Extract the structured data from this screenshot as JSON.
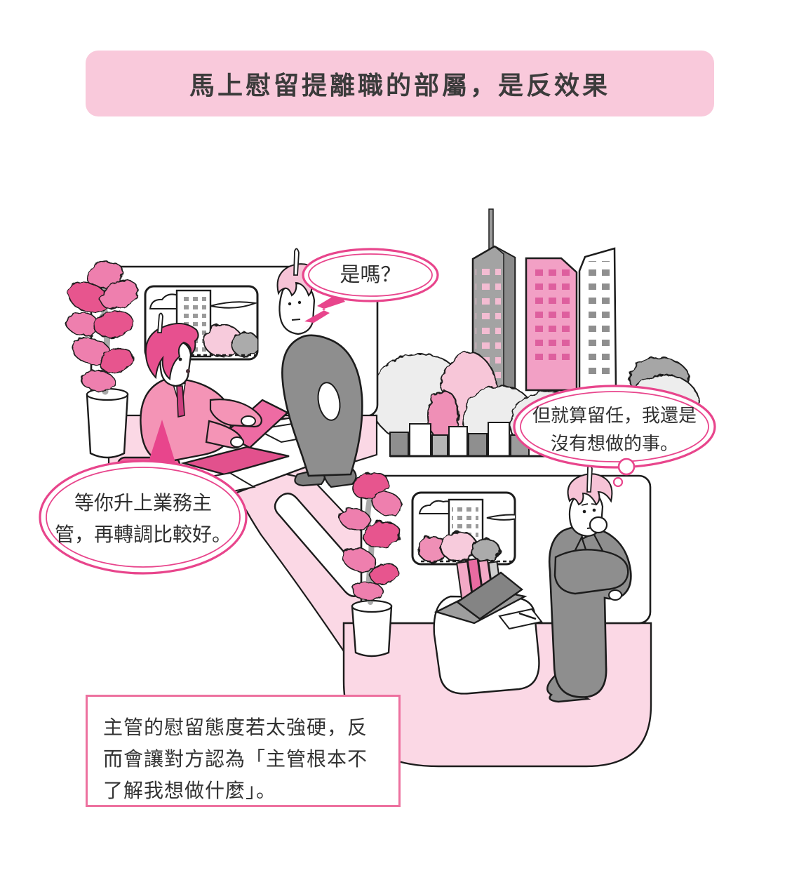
{
  "title": {
    "text": "馬上慰留提離職的部屬，是反效果"
  },
  "bubbles": {
    "employee_reply": {
      "text": "是嗎？"
    },
    "manager_retain": {
      "line1": "等你升上業務主",
      "line2": "管，再轉調比較好。"
    },
    "employee_thought": {
      "line1": "但就算留任，我還是",
      "line2": "沒有想做的事。"
    }
  },
  "caption": {
    "text": "主管的慰留態度若太強硬，反而會讓對方認為「主管根本不了解我想做什麼」。"
  },
  "colors": {
    "banner_bg": "#f9c9db",
    "bubble_stroke": "#e8458c",
    "floor_pink": "#fbd8e5",
    "dark_pink": "#e7508f",
    "light_pink_hair": "#f6c3d6",
    "suit_gray": "#8e8e8e",
    "caption_border": "#ed719f",
    "text_dark": "#333333"
  }
}
